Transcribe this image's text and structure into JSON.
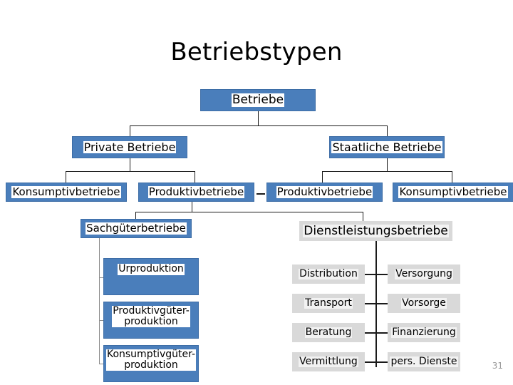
{
  "slide": {
    "title": "Betriebstypen",
    "page_number": "31",
    "colors": {
      "box_blue": "#4a7ebb",
      "box_blue_border": "#3d6da6",
      "box_gray": "#d9d9d9",
      "label_bg": "#ffffff",
      "connector": "#1a1a1a",
      "connector_gray": "#8c8c8c",
      "page_number": "#9a9a9a",
      "text": "#000000",
      "background": "#ffffff"
    }
  },
  "tree": {
    "root": {
      "label": "Betriebe"
    },
    "level2": [
      {
        "label": "Private Betriebe"
      },
      {
        "label": "Staatliche Betriebe"
      }
    ],
    "level3": [
      {
        "label": "Konsumptivbetriebe"
      },
      {
        "label": "Produktivbetriebe"
      },
      {
        "label": "Produktivbetriebe"
      },
      {
        "label": "Konsumptivbetriebe"
      }
    ],
    "level4": [
      {
        "label": "Sachgüterbetriebe"
      },
      {
        "label": "Dienstleistungsbetriebe"
      }
    ],
    "sachgueter_children": [
      {
        "label": "Urproduktion"
      },
      {
        "label": "Produktivgüter-\nproduktion"
      },
      {
        "label": "Konsumptivgüter-\nproduktion"
      }
    ],
    "dienstleistung_children_left": [
      {
        "label": "Distribution"
      },
      {
        "label": "Transport"
      },
      {
        "label": "Beratung"
      },
      {
        "label": "Vermittlung"
      }
    ],
    "dienstleistung_children_right": [
      {
        "label": "Versorgung"
      },
      {
        "label": "Vorsorge"
      },
      {
        "label": "Finanzierung"
      },
      {
        "label": "pers. Dienste"
      }
    ]
  }
}
